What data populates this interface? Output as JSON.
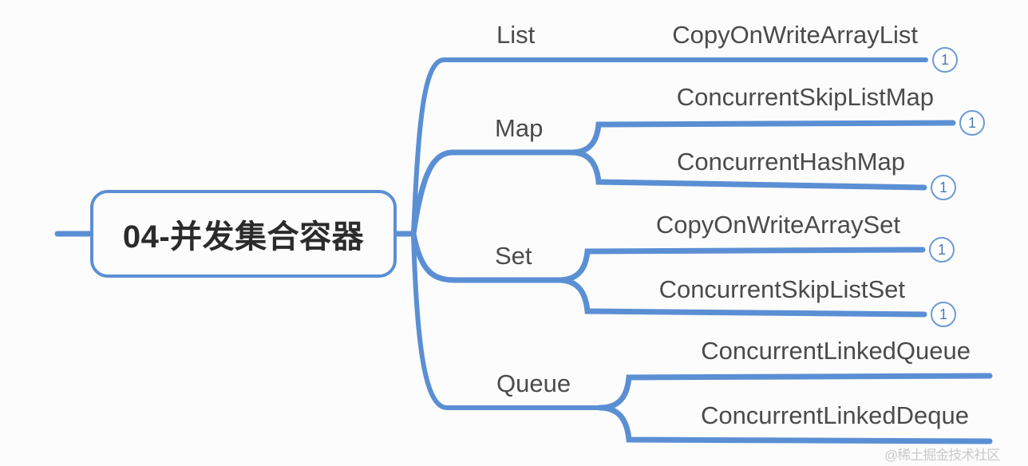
{
  "diagram": {
    "type": "mindmap",
    "root": {
      "label": "04-并发集合容器",
      "border_color": "#5b8fd4",
      "text_color": "#2b2b2b"
    },
    "line_color": "#5b8fd4",
    "background": "#fcfcfc",
    "branches": [
      {
        "label": "List",
        "leaves": [
          {
            "label": "CopyOnWriteArrayList",
            "badge": "1"
          }
        ]
      },
      {
        "label": "Map",
        "leaves": [
          {
            "label": "ConcurrentSkipListMap",
            "badge": "1"
          },
          {
            "label": "ConcurrentHashMap",
            "badge": "1"
          }
        ]
      },
      {
        "label": "Set",
        "leaves": [
          {
            "label": "CopyOnWriteArraySet",
            "badge": "1"
          },
          {
            "label": "ConcurrentSkipListSet",
            "badge": "1"
          }
        ]
      },
      {
        "label": "Queue",
        "leaves": [
          {
            "label": "ConcurrentLinkedQueue",
            "badge": ""
          },
          {
            "label": "ConcurrentLinkedDeque",
            "badge": ""
          }
        ]
      }
    ]
  },
  "watermark": "@稀土掘金技术社区"
}
